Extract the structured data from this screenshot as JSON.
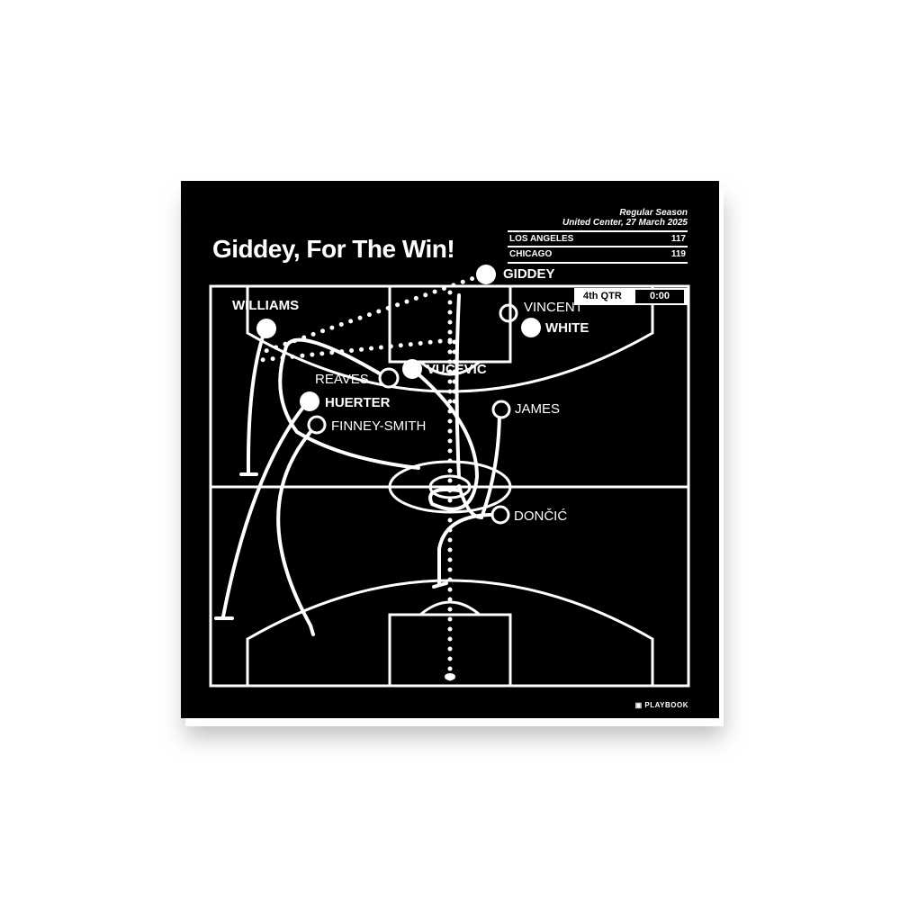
{
  "title": "Giddey, For The Win!",
  "game": {
    "season_type": "Regular Season",
    "venue_date": "United Center, 27 March 2025"
  },
  "scores": [
    {
      "team": "LOS ANGELES",
      "points": "117"
    },
    {
      "team": "CHICAGO",
      "points": "119"
    }
  ],
  "clock": {
    "quarter": "4th QTR",
    "time": "0:00"
  },
  "players": {
    "giddey": "GIDDEY",
    "williams": "WILLIAMS",
    "vincent": "VINCENT",
    "white": "WHITE",
    "reaves": "REAVES",
    "vucevic": "VUČEVIĆ",
    "huerter": "HUERTER",
    "finney_smith": "FINNEY-SMITH",
    "james": "JAMES",
    "doncic": "DONČIĆ"
  },
  "brand": "PLAYBOOK",
  "colors": {
    "background": "#000000",
    "lines": "#ffffff"
  }
}
